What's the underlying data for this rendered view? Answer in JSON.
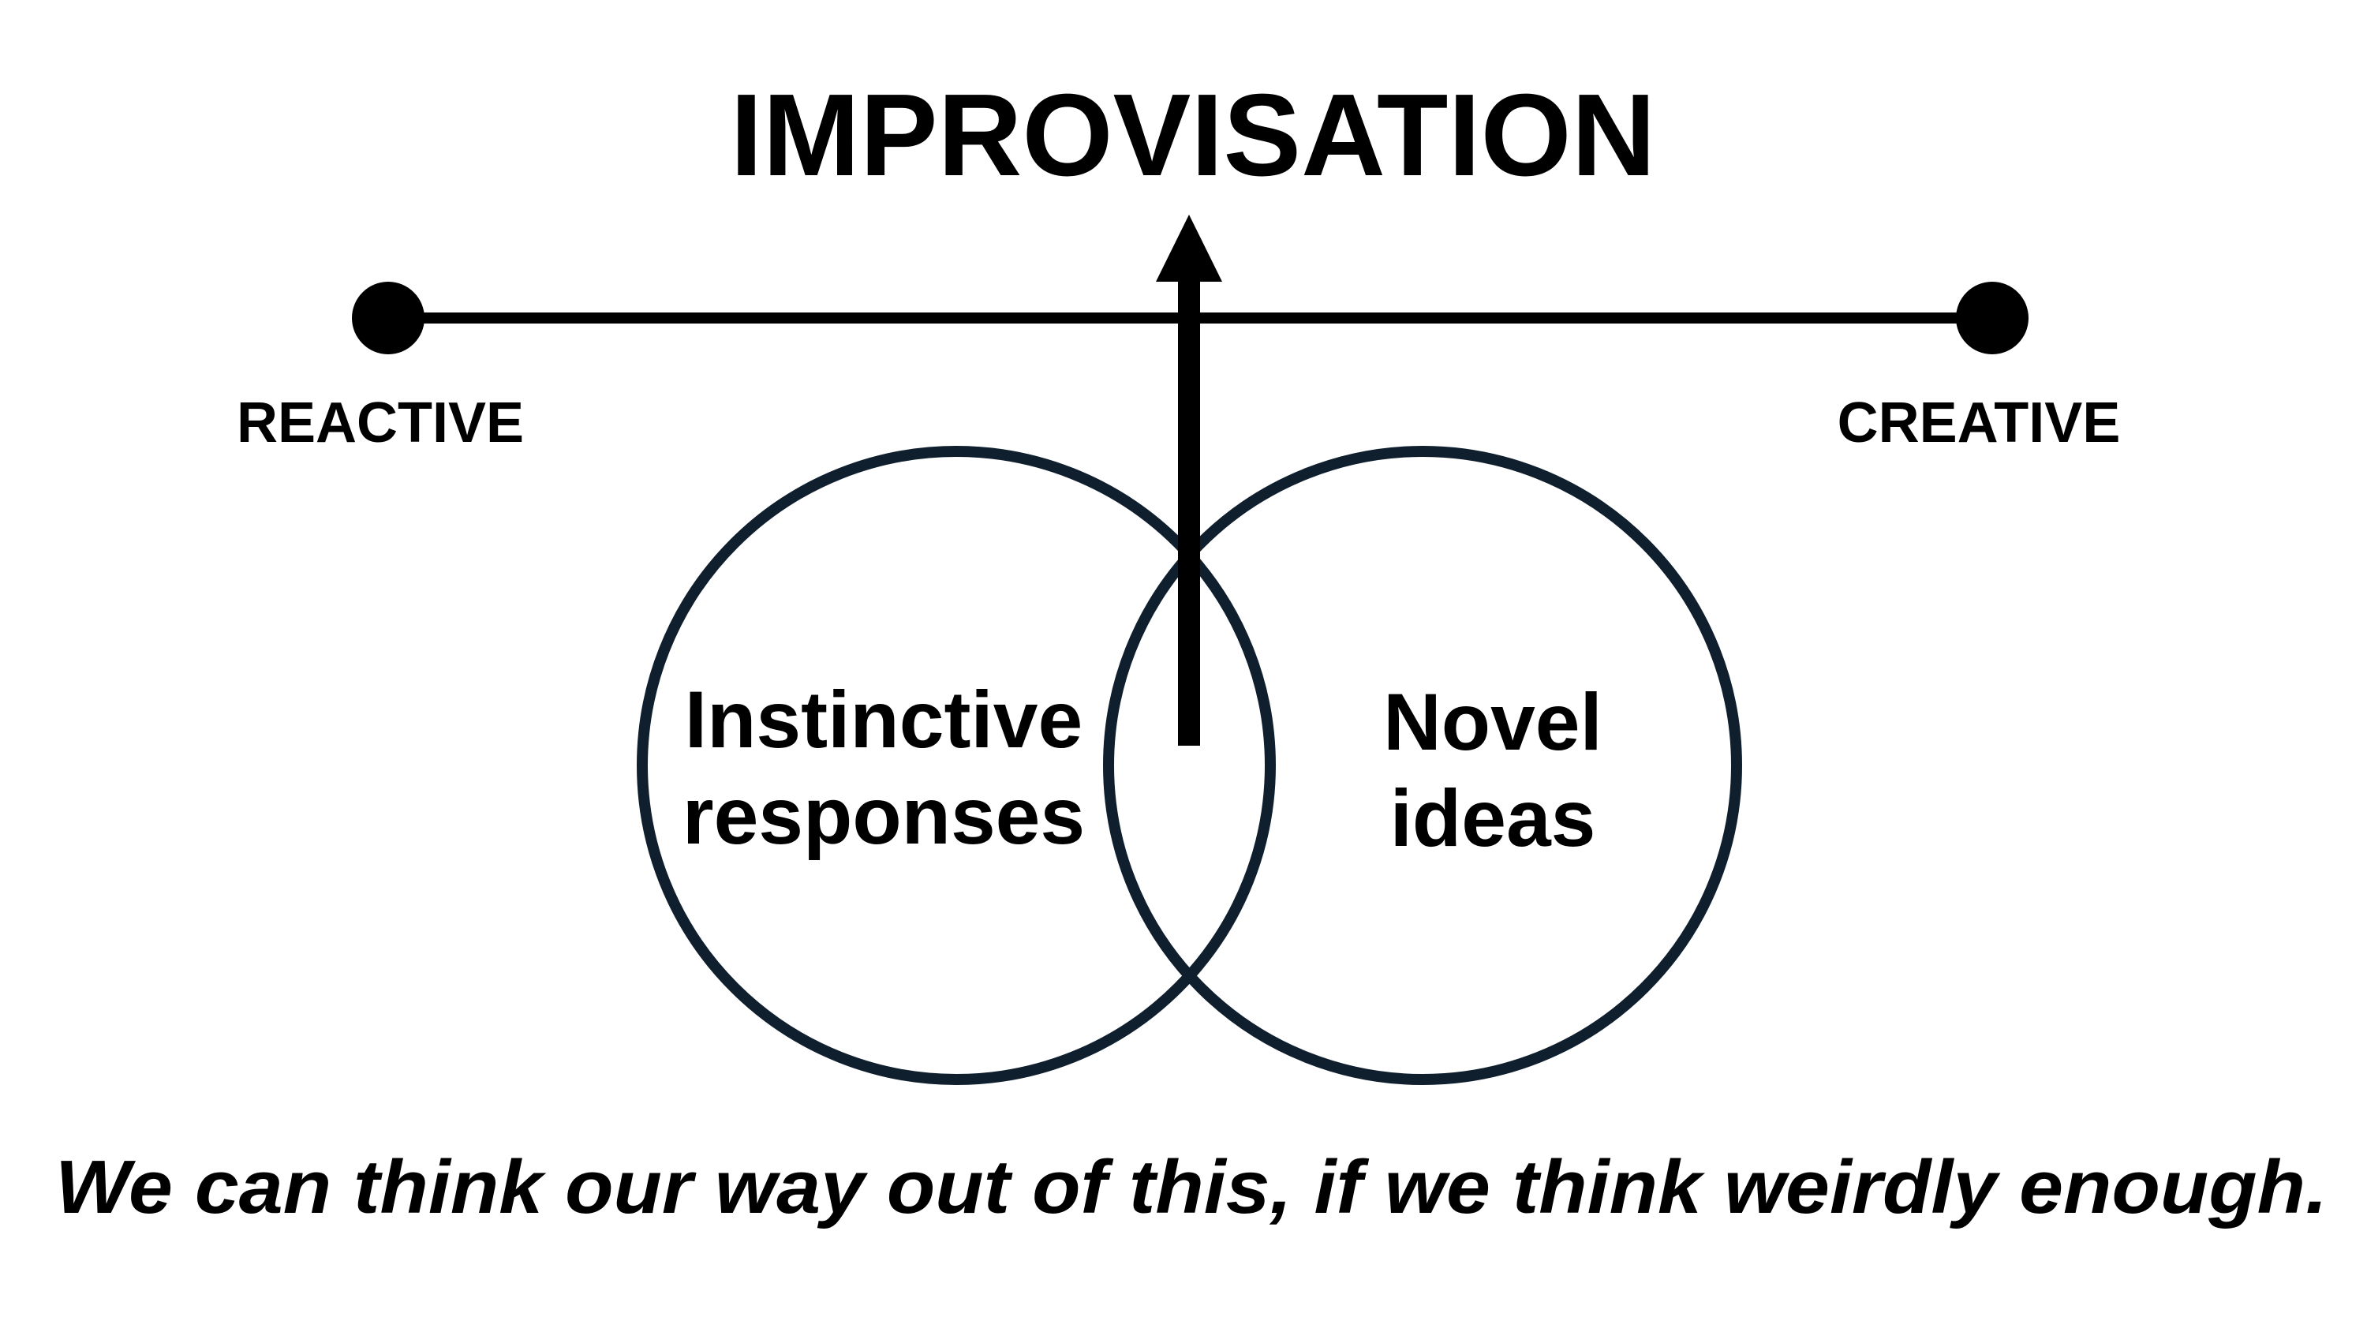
{
  "title": "IMPROVISATION",
  "spectrum": {
    "left_label": "REACTIVE",
    "right_label": "CREATIVE"
  },
  "venn": {
    "left": {
      "line1": "Instinctive",
      "line2": "responses"
    },
    "right": {
      "line1": "Novel",
      "line2": "ideas"
    }
  },
  "caption": "We can think our way out of this, if we think weirdly enough.",
  "colors": {
    "ink": "#000000",
    "circle_stroke": "#0f1f2e",
    "background": "#ffffff"
  }
}
